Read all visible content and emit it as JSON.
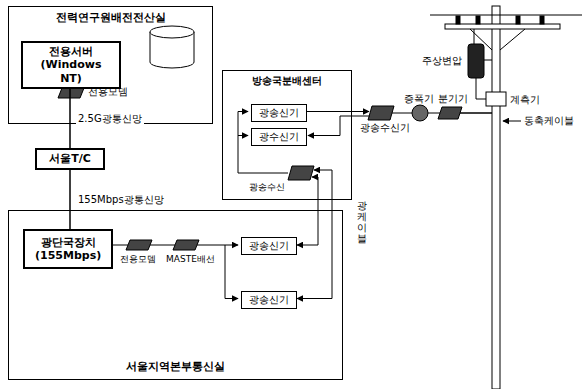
{
  "diagram": {
    "nodes": [
      {
        "text": [
          "전력연구원배전전산실"
        ]
      },
      {
        "text": [
          "전용서버 (Windows NT)"
        ],
        "in": 0
      },
      {
        "text": [
          "서울T/C"
        ]
      },
      {
        "text": [
          "방송국분배센터"
        ]
      },
      {
        "text": [
          "광송신기"
        ],
        "in": 3
      },
      {
        "text": [
          "광수신기"
        ],
        "in": 3
      },
      {
        "text": [
          "서울지역본부통신실"
        ]
      },
      {
        "text": [
          "광단국장치 (155Mbps)"
        ],
        "in": 6
      },
      {
        "text": [
          "광송신기"
        ],
        "in": 6
      },
      {
        "text": [
          "광송신기"
        ],
        "in": 6
      }
    ],
    "edges": [
      {
        "from": 1,
        "to": 2,
        "label": "2.5G광통신망",
        "arrow": "none"
      },
      {
        "from": 2,
        "to": 7,
        "label": "155Mbps광통신망",
        "arrow": "none"
      }
    ],
    "labels": [
      "전용모뎀",
      "광송수신기",
      "증폭기",
      "분기기",
      "주상변압",
      "계측기",
      "동축케이블",
      "광송수신",
      "광케이블",
      "전용모뎀",
      "MASTE배선"
    ]
  }
}
